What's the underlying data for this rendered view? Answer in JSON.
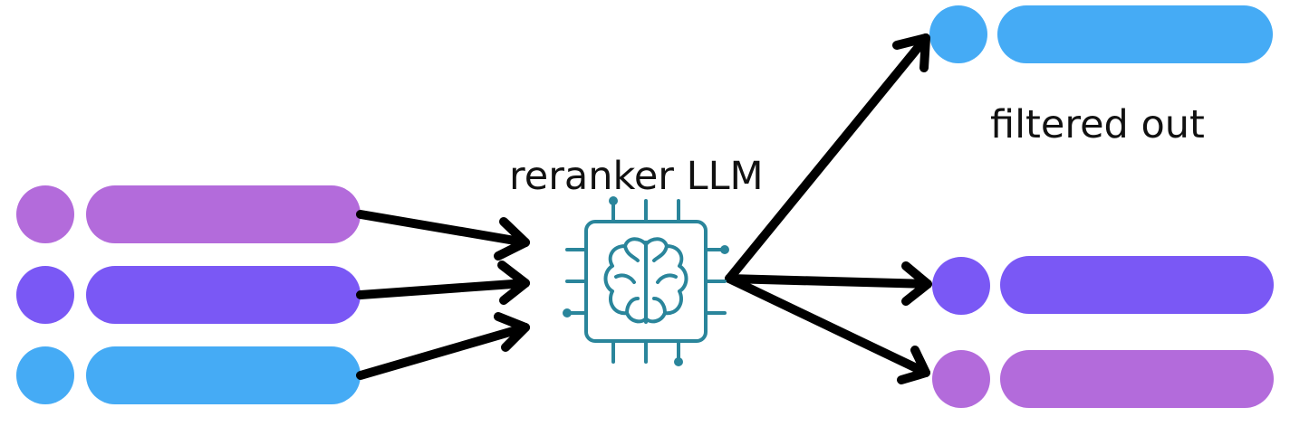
{
  "labels": {
    "reranker": "reranker LLM",
    "filtered": "filtered out"
  },
  "icons": {
    "model": "brain-chip-icon"
  },
  "colors": {
    "purple": "#b36bdb",
    "violet": "#7a58f5",
    "blue": "#45abf5",
    "icon": "#2a859b",
    "arrow": "#000000"
  },
  "inputs": [
    {
      "color": "purple"
    },
    {
      "color": "violet"
    },
    {
      "color": "blue"
    }
  ],
  "outputs": [
    {
      "color": "blue",
      "status": "filtered"
    },
    {
      "color": "violet",
      "status": "kept"
    },
    {
      "color": "purple",
      "status": "kept"
    }
  ]
}
